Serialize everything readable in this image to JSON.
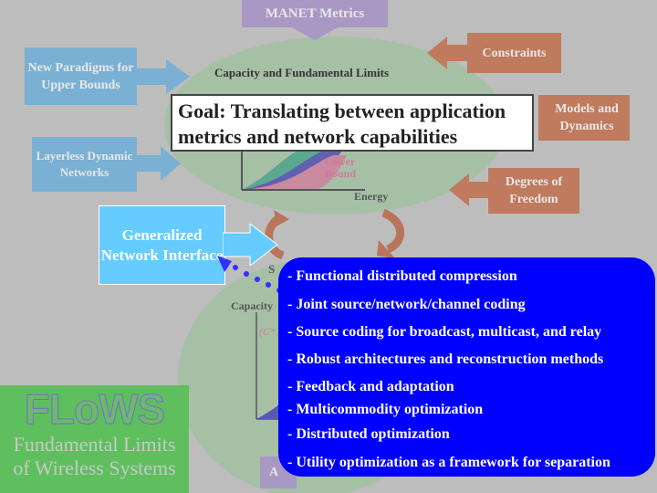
{
  "top_box": "MANET Metrics",
  "ellipse_title": "Capacity and Fundamental Limits",
  "left_boxes": [
    {
      "label": "New Paradigms for Upper Bounds"
    },
    {
      "label": "Layerless Dynamic Networks"
    }
  ],
  "right_boxes": [
    {
      "label": "Constraints"
    },
    {
      "label": "Models and Dynamics"
    },
    {
      "label": "Degrees of Freedom"
    }
  ],
  "goal": {
    "line1": "Goal: Translating between application",
    "line2": "metrics and network capabilities"
  },
  "chart": {
    "lower_bound": "Lower Bound",
    "x_label": "Energy"
  },
  "interface_box": "Generalized Network Interface",
  "lower_ellipse": {
    "partial_title": "S",
    "y_label": "Capacity",
    "curve_label": "(C*,"
  },
  "bullets": [
    "- Functional distributed compression",
    "- Joint source/network/channel coding",
    "- Source coding for broadcast, multicast, and relay",
    "- Robust architectures and reconstruction methods",
    "- Feedback and adaptation",
    "- Multicommodity optimization",
    "- Distributed optimization",
    "- Utility optimization as a framework for separation"
  ],
  "bottom_box": "A",
  "logo": {
    "name": "FLoWS",
    "line1": "Fundamental Limits",
    "line2": "of Wireless Systems"
  },
  "colors": {
    "background": "#bdbdbd",
    "bullet_box": "#0000ff",
    "interface": "#66ccff",
    "logo_bg": "#5fbf5f"
  }
}
